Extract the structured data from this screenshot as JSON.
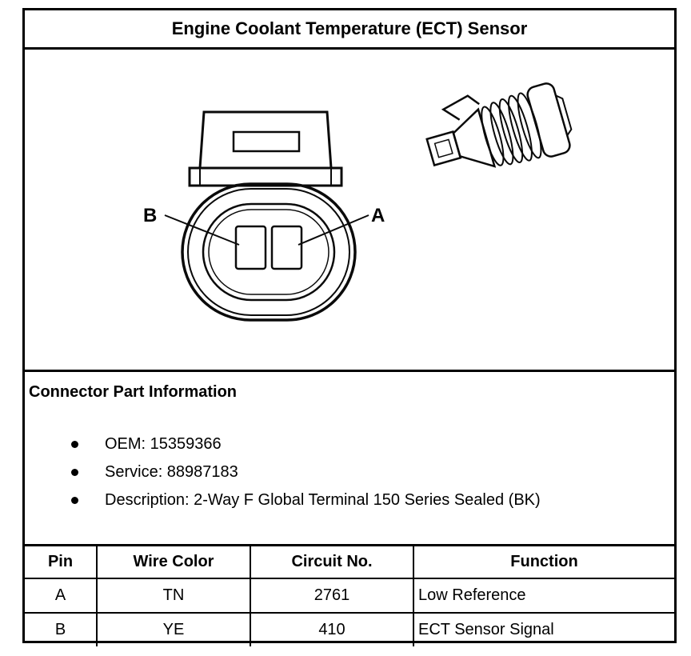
{
  "title": "Engine Coolant Temperature (ECT) Sensor",
  "colors": {
    "line": "#000000",
    "background": "#ffffff"
  },
  "diagram": {
    "label_a": "A",
    "label_b": "B"
  },
  "part_info": {
    "heading": "Connector Part Information",
    "bullets": [
      "OEM: 15359366",
      "Service: 88987183",
      "Description: 2-Way F Global Terminal 150 Series Sealed (BK)"
    ]
  },
  "pin_table": {
    "headers": [
      "Pin",
      "Wire Color",
      "Circuit No.",
      "Function"
    ],
    "rows": [
      [
        "A",
        "TN",
        "2761",
        "Low Reference"
      ],
      [
        "B",
        "YE",
        "410",
        "ECT Sensor Signal"
      ]
    ]
  }
}
